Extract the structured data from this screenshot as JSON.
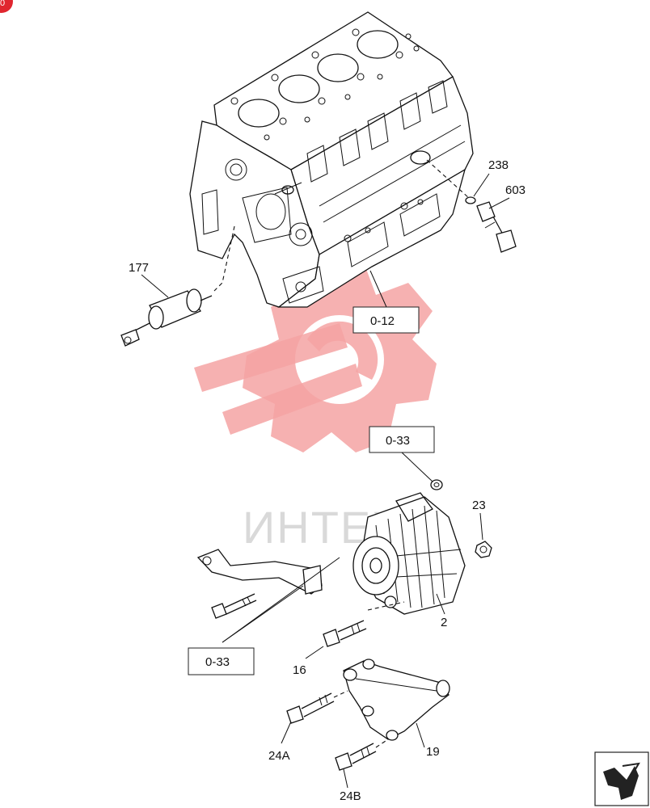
{
  "diagram": {
    "corner_badge_color": "#e0262f",
    "watermark": {
      "text": "ИНТЕХ",
      "gear_color": "#f4a3a3",
      "text_color": "#d9d9d9"
    },
    "part_labels": {
      "p177": "177",
      "p238": "238",
      "p603": "603",
      "p23": "23",
      "p2": "2",
      "p16": "16",
      "p19": "19",
      "p24a": "24A",
      "p24b": "24B"
    },
    "ref_boxes": {
      "block_ref": "0-12",
      "alt_top_ref": "0-33",
      "alt_bottom_ref": "0-33"
    },
    "nav_icon": "next-page-arrow-icon"
  }
}
